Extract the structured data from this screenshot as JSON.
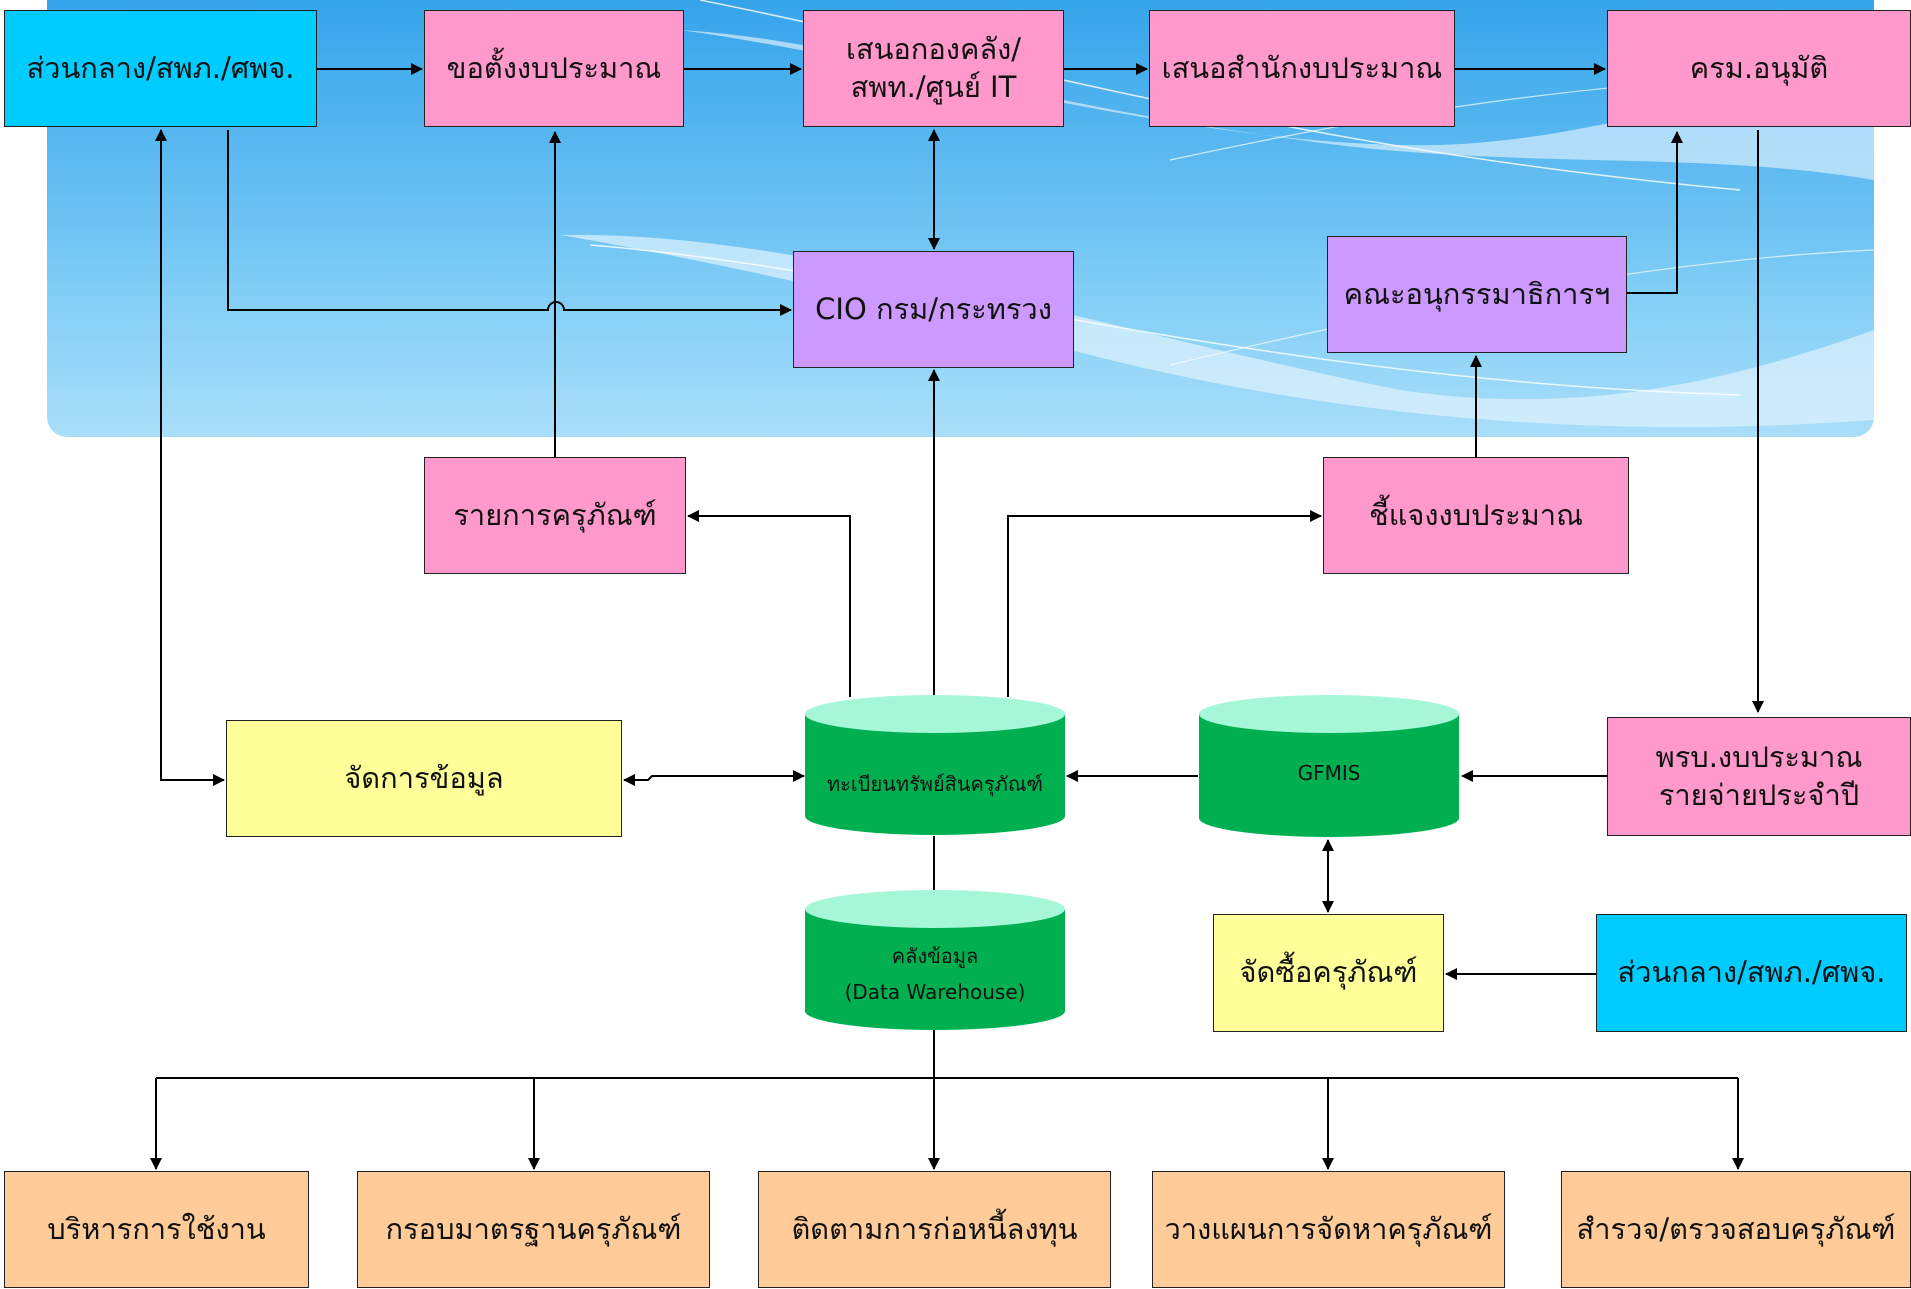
{
  "top_row": {
    "central": "ส่วนกลาง/สพภ./ศพจ.",
    "request_budget": "ขอตั้งงบประมาณ",
    "propose_treasury_line1": "เสนอกองคลัง/",
    "propose_treasury_line2": "สพท./ศูนย์ IT",
    "propose_budget_bureau": "เสนอสำนักงบประมาณ",
    "cabinet_approve": "ครม.อนุมัติ"
  },
  "middle_row": {
    "cio": "CIO กรม/กระทรวง",
    "subcommittee": "คณะอนุกรรมาธิการฯ"
  },
  "lower_row": {
    "equipment_list": "รายการครุภัณฑ์",
    "budget_explanation": "ชี้แจงงบประมาณ",
    "manage_data": "จัดการข้อมูล",
    "budget_act_line1": "พรบ.งบประมาณ",
    "budget_act_line2": "รายจ่ายประจำปี",
    "procure_equipment": "จัดซื้อครุภัณฑ์",
    "central_2": "ส่วนกลาง/สพภ./ศพจ."
  },
  "databases": {
    "asset_registry": "ทะเบียนทรัพย์สินครุภัณฑ์",
    "gfmis": "GFMIS",
    "warehouse_line1": "คลังข้อมูล",
    "warehouse_line2": "(Data Warehouse)"
  },
  "outputs": {
    "usage_admin": "บริหารการใช้งาน",
    "equipment_standard": "กรอบมาตรฐานครุภัณฑ์",
    "track_investment": "ติดตามการก่อหนี้ลงทุน",
    "procurement_plan": "วางแผนการจัดหาครุภัณฑ์",
    "survey_audit": "สำรวจ/ตรวจสอบครุภัณฑ์"
  },
  "colors": {
    "pink": "#ff99cc",
    "cyan": "#00ccff",
    "purple": "#cc99ff",
    "yellow": "#ffff99",
    "peach": "#ffcc99",
    "db_green": "#00b050",
    "db_top": "#a6f7d8",
    "background_blue": "#4fb2ee"
  }
}
